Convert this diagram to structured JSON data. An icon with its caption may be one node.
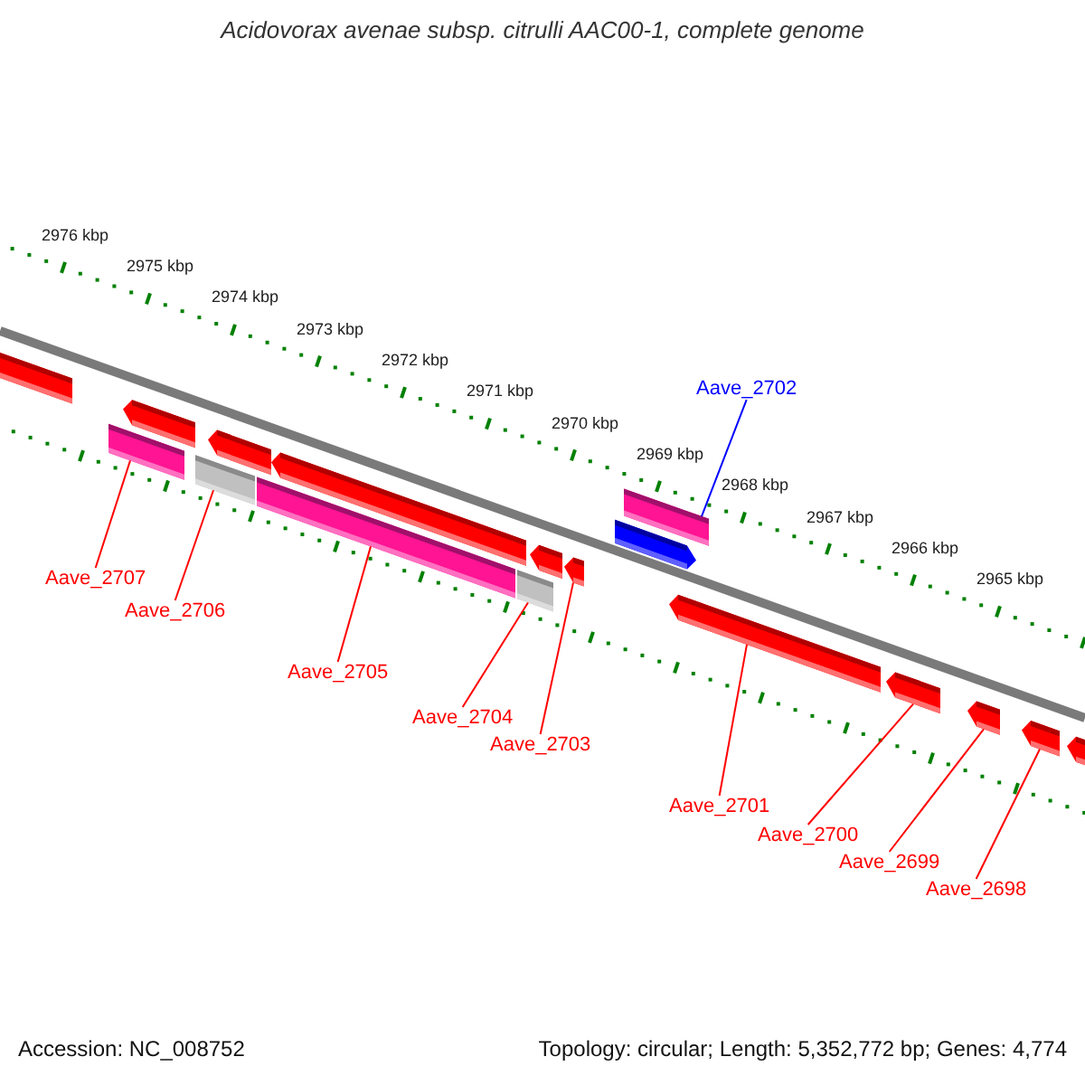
{
  "diagram": {
    "title": "Acidovorax avenae subsp. citrulli AAC00-1, complete genome",
    "nodes": [
      {
        "text": [
          "Aave_2702"
        ]
      },
      {
        "text": [
          "Aave_2707"
        ]
      },
      {
        "text": [
          "Aave_2706"
        ]
      },
      {
        "text": [
          "Aave_2705"
        ]
      },
      {
        "text": [
          "Aave_2704"
        ]
      },
      {
        "text": [
          "Aave_2703"
        ]
      },
      {
        "text": [
          "Aave_2701"
        ]
      },
      {
        "text": [
          "Aave_2700"
        ]
      },
      {
        "text": [
          "Aave_2699"
        ]
      },
      {
        "text": [
          "Aave_2698"
        ]
      },
      {
        "text": [],
        "shape": "bar"
      },
      {
        "text": [],
        "shape": "bar"
      },
      {
        "text": [],
        "shape": "bar"
      },
      {
        "text": [],
        "shape": "bar"
      },
      {
        "text": [],
        "shape": "bar"
      },
      {
        "text": [],
        "shape": "bar"
      },
      {
        "text": [],
        "shape": "bar"
      },
      {
        "text": [],
        "shape": "bar"
      },
      {
        "text": [],
        "shape": "bar"
      },
      {
        "text": [],
        "shape": "bar"
      },
      {
        "text": [],
        "shape": "bar"
      },
      {
        "text": [],
        "shape": "bar"
      },
      {
        "text": [],
        "shape": "bar"
      },
      {
        "text": [],
        "shape": "bar"
      },
      {
        "text": [],
        "shape": "bar"
      },
      {
        "text": [],
        "shape": "bar"
      },
      {
        "text": [],
        "shape": "bar"
      }
    ],
    "edges": [
      {
        "from": 0,
        "to": 21,
        "arrow": "none",
        "color": "#0000ff"
      },
      {
        "from": 1,
        "to": 11,
        "arrow": "none"
      },
      {
        "from": 2,
        "to": 13,
        "arrow": "none"
      },
      {
        "from": 3,
        "to": 15,
        "arrow": "none"
      },
      {
        "from": 4,
        "to": 17,
        "arrow": "none"
      },
      {
        "from": 5,
        "to": 19,
        "arrow": "none"
      },
      {
        "from": 6,
        "to": 22,
        "arrow": "none"
      },
      {
        "from": 7,
        "to": 23,
        "arrow": "none"
      },
      {
        "from": 8,
        "to": 24,
        "arrow": "none"
      },
      {
        "from": 9,
        "to": 25,
        "arrow": "none"
      }
    ],
    "labels": [
      "2976 kbp",
      "2975 kbp",
      "2974 kbp",
      "2973 kbp",
      "2972 kbp",
      "2971 kbp",
      "2970 kbp",
      "2969 kbp",
      "2968 kbp",
      "2967 kbp",
      "2966 kbp",
      "2965 kbp",
      "Accession: NC_008752",
      "Topology: circular; Length: 5,352,772 bp; Genes: 4,774"
    ]
  }
}
